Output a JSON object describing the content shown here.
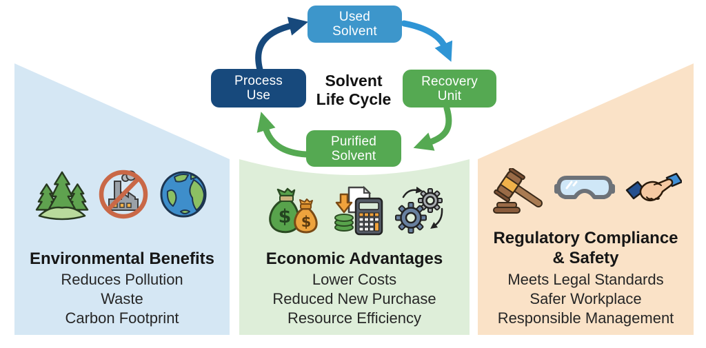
{
  "diagram_title": {
    "line1": "Solvent",
    "line2": "Life Cycle"
  },
  "cycle": {
    "nodes": {
      "used": {
        "line1": "Used",
        "line2": "Solvent",
        "color": "#3d96cb"
      },
      "recovery": {
        "line1": "Recovery",
        "line2": "Unit",
        "color": "#55a952"
      },
      "purified": {
        "line1": "Purified",
        "line2": "Solvent",
        "color": "#55a952"
      },
      "process": {
        "line1": "Process",
        "line2": "Use",
        "color": "#17497c"
      }
    },
    "arrows": {
      "process_to_used_color": "#17497c",
      "used_to_recovery_color": "#2f95d5",
      "recovery_to_purified_color": "#55a952",
      "purified_to_process_color": "#55a952"
    }
  },
  "panels": [
    {
      "id": "environmental-benefits",
      "bg": "#d5e7f4",
      "icons": [
        "trees-icon",
        "no-pollution-icon",
        "earth-globe-icon"
      ],
      "title": "Environmental Benefits",
      "items": [
        "Reduces Pollution",
        "Waste",
        "Carbon Footprint"
      ]
    },
    {
      "id": "economic-advantages",
      "bg": "#deeed9",
      "icons": [
        "money-bags-icon",
        "cost-calculator-icon",
        "gears-cycle-icon"
      ],
      "title": "Economic Advantages",
      "items": [
        "Lower Costs",
        "Reduced New Purchase",
        "Resource Efficiency"
      ]
    },
    {
      "id": "regulatory-compliance-safety",
      "bg": "#fae2c7",
      "icons": [
        "gavel-icon",
        "safety-goggles-icon",
        "handshake-icon"
      ],
      "title": "Regulatory Compliance",
      "title_line2": "& Safety",
      "items": [
        "Meets Legal Standards",
        "Safer Workplace",
        "Responsible Management"
      ]
    }
  ]
}
